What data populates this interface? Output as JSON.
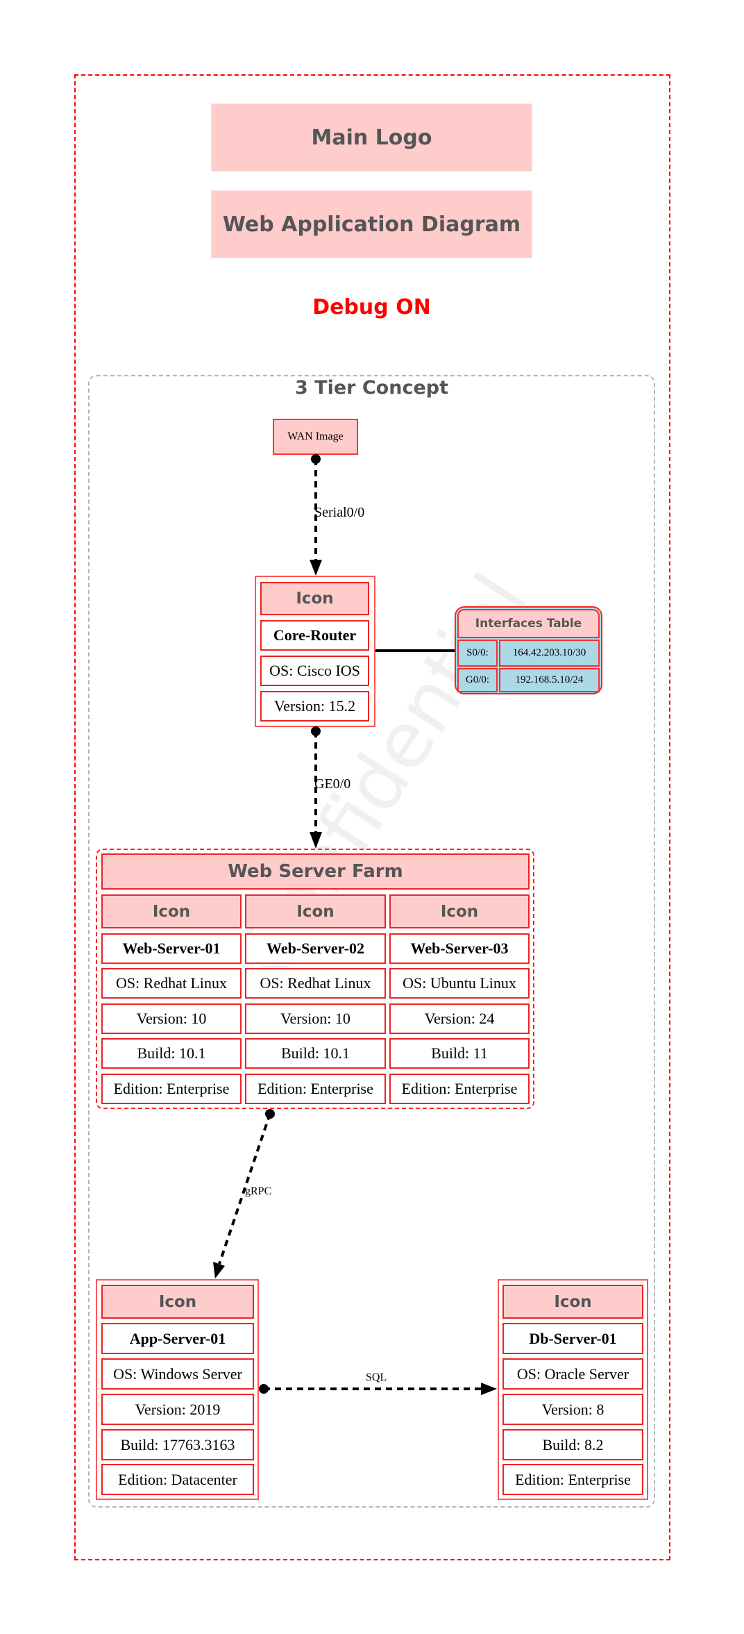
{
  "header": {
    "logo_label": "Main Logo",
    "title": "Web Application Diagram",
    "debug_label": "Debug ON"
  },
  "watermark": "Confidential",
  "cluster": {
    "title": "3 Tier Concept"
  },
  "wan": {
    "label": "WAN Image"
  },
  "core_router": {
    "icon": "Icon",
    "name": "Core-Router",
    "os": "OS: Cisco IOS",
    "version": "Version: 15.2"
  },
  "interfaces_table": {
    "title": "Interfaces Table",
    "rows": [
      {
        "iface": "S0/0:",
        "address": "164.42.203.10/30"
      },
      {
        "iface": "G0/0:",
        "address": "192.168.5.10/24"
      }
    ]
  },
  "web_farm": {
    "title": "Web Server Farm",
    "servers": [
      {
        "icon": "Icon",
        "name": "Web-Server-01",
        "os": "OS: Redhat Linux",
        "version": "Version: 10",
        "build": "Build: 10.1",
        "edition": "Edition: Enterprise"
      },
      {
        "icon": "Icon",
        "name": "Web-Server-02",
        "os": "OS: Redhat Linux",
        "version": "Version: 10",
        "build": "Build: 10.1",
        "edition": "Edition: Enterprise"
      },
      {
        "icon": "Icon",
        "name": "Web-Server-03",
        "os": "OS: Ubuntu Linux",
        "version": "Version: 24",
        "build": "Build: 11",
        "edition": "Edition: Enterprise"
      }
    ]
  },
  "app_server": {
    "icon": "Icon",
    "name": "App-Server-01",
    "os": "OS: Windows Server",
    "version": "Version: 2019",
    "build": "Build: 17763.3163",
    "edition": "Edition: Datacenter"
  },
  "db_server": {
    "icon": "Icon",
    "name": "Db-Server-01",
    "os": "OS: Oracle Server",
    "version": "Version: 8",
    "build": "Build: 8.2",
    "edition": "Edition: Enterprise"
  },
  "edges": [
    {
      "from": "WAN Image",
      "to": "Core-Router",
      "label": "Serial0/0",
      "style": "dashed",
      "arrow": "dot-to-arrow"
    },
    {
      "from": "Core-Router",
      "to": "Interfaces Table",
      "label": "",
      "style": "solid",
      "arrow": "none"
    },
    {
      "from": "Core-Router",
      "to": "Web Server Farm",
      "label": "GE0/0",
      "style": "dashed",
      "arrow": "dot-to-arrow"
    },
    {
      "from": "Web Server Farm",
      "to": "App-Server-01",
      "label": "gRPC",
      "style": "dashed",
      "arrow": "dot-to-arrow"
    },
    {
      "from": "App-Server-01",
      "to": "Db-Server-01",
      "label": "SQL",
      "style": "dashed",
      "arrow": "dot-to-arrow"
    }
  ],
  "colors": {
    "frame": "#ff0000",
    "node_fill": "#ffcccc",
    "node_border": "#ff3333",
    "table_fill": "#add8e6",
    "cluster_border": "#b5b5b5",
    "title_text": "#555555",
    "debug_text": "#ff0000"
  }
}
